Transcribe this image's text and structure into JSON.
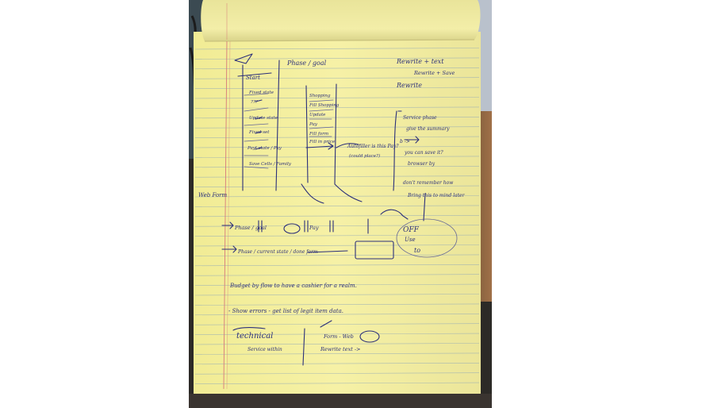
{
  "photo": {
    "subject": "legal-pad-sketch",
    "notes": {
      "header_left": "Phase / goal",
      "top_right_1": "Rewrite + text",
      "top_right_2": "Rewrite + Save",
      "top_right_3": "Rewrite",
      "col_left_top": "Start",
      "col_left_items": [
        "Fixed state",
        "???",
        "Update state",
        "Fixed set",
        "Payt state / Pay",
        "Save Cells / Family"
      ],
      "col_mid_items": [
        "Shopping",
        "Fill Shopping",
        "Update",
        "Pay",
        "Fill form",
        "Fill in price"
      ],
      "mid_right": "Autofiller is this Pay?",
      "mid_right_sub": "(could place?)",
      "right_list": [
        "Service phase",
        "give the summary",
        "b ->",
        "you can save it?",
        "browser by",
        "don't remember how",
        "Bring this to mind later"
      ],
      "web_form": "Web  Form",
      "bottom_left_1": "Phase / goal",
      "bottom_left_2": "Pay",
      "bottom_left_3": "Phase / current state / done form",
      "right_off": "OFF",
      "right_use": "Use",
      "right_to": "to",
      "long_note_1": "Budget by flow to have a cashier for a realm.",
      "long_note_2": "- Show errors - get list of legit item data.",
      "bottom_word": "technical",
      "bottom_sub": "Service within",
      "bottom_right_1": "Form - Web",
      "bottom_right_2": "Rewrite  text ->"
    }
  }
}
